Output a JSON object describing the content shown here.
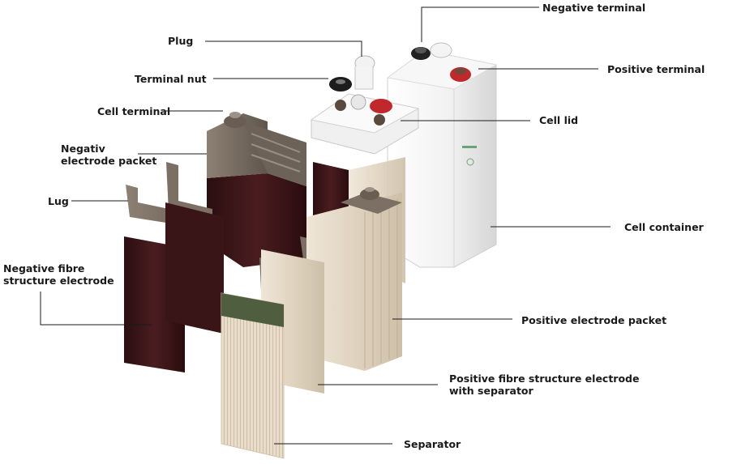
{
  "labels": {
    "negative_terminal": "Negative terminal",
    "plug": "Plug",
    "positive_terminal": "Positive terminal",
    "terminal_nut": "Terminal nut",
    "cell_terminal": "Cell terminal",
    "cell_lid": "Cell lid",
    "negative_electrode_packet": [
      "Negativ",
      "electrode packet"
    ],
    "lug": "Lug",
    "cell_container": "Cell container",
    "negative_fibre_structure_electrode": [
      "Negative fibre",
      "structure electrode"
    ],
    "positive_electrode_packet": "Positive electrode packet",
    "positive_fibre_structure_electrode": [
      "Positive fibre structure electrode",
      "with separator"
    ],
    "separator": "Separator"
  },
  "colors": {
    "label_text": "#1a1a1a",
    "container_white": "#eeeeee",
    "negative_plate": "#3a1518",
    "positive_plate": "#e2d7c6",
    "separator_green": "#4a5a3a",
    "terminal_red": "#c0282b",
    "terminal_black": "#222222",
    "lead_grey": "#7a6e62"
  },
  "icons": [
    "cell-container",
    "cell-lid",
    "terminal-nut",
    "plug",
    "lug",
    "electrode-plate",
    "separator-sheet"
  ]
}
